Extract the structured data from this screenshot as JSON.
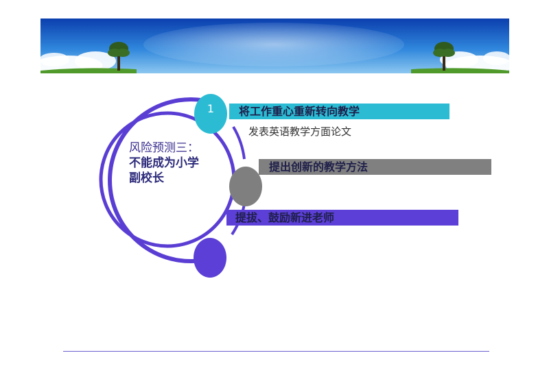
{
  "center": {
    "line1": "风险预测三：",
    "line2": "不能成为小学",
    "line3": "副校长"
  },
  "items": [
    {
      "number": "1",
      "title": "将工作重心重新转向教学",
      "subtitle": "发表英语教学方面论文",
      "bar_color": "#2bbcd4",
      "circle_color": "#2bbcd4"
    },
    {
      "number": "",
      "title": "提出创新的教学方法",
      "bar_color": "#808080",
      "circle_color": "#7f7f7f"
    },
    {
      "number": "",
      "title": "提拔、鼓励新进老师",
      "bar_color": "#5b3fd6",
      "circle_color": "#5b3fd6"
    }
  ],
  "colors": {
    "ring": "#5a3ed4",
    "footer_line": "#6b5fcf"
  }
}
